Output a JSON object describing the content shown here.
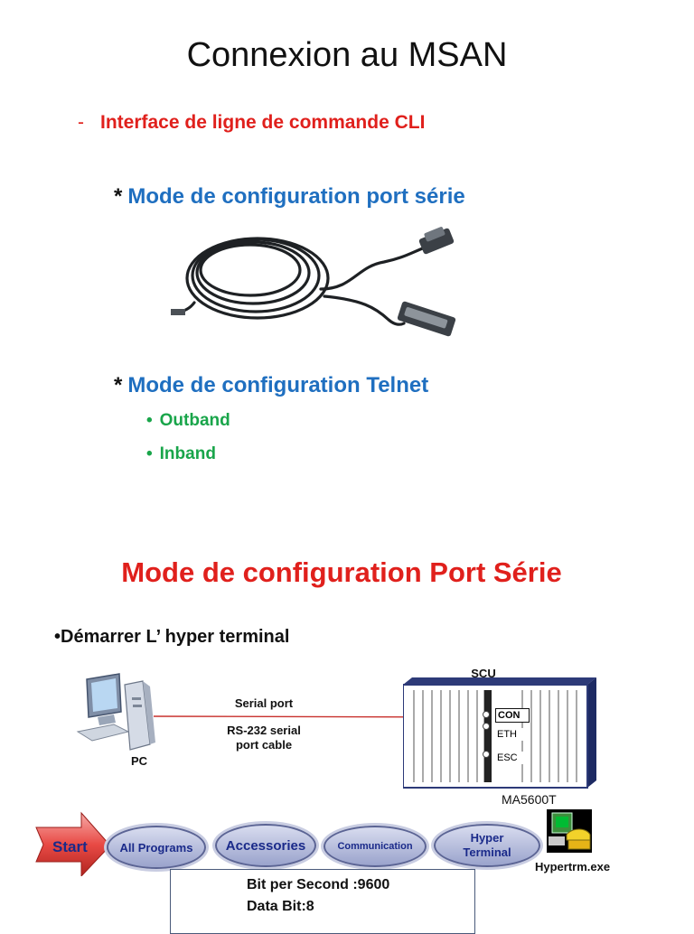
{
  "title": "Connexion au MSAN",
  "cli": {
    "dash": "-",
    "text": "Interface de ligne de commande   CLI"
  },
  "mode1": {
    "star": "*",
    "label": "Mode de configuration port série"
  },
  "mode2": {
    "star": "*",
    "label": "Mode de configuration Telnet"
  },
  "bullets": [
    "Outband",
    "Inband"
  ],
  "section2": "Mode de configuration Port Série",
  "demarrer": "•Démarrer L’ hyper terminal",
  "diagram": {
    "scu": "SCU",
    "serial_port": "Serial port",
    "cable1": "RS-232 serial",
    "cable2": "port cable",
    "pc": "PC",
    "ports": [
      "CON",
      "ETH",
      "ESC"
    ],
    "device": "MA5600T"
  },
  "steps": {
    "start": "Start",
    "all_programs": "All Programs",
    "accessories": "Accessories",
    "communication": "Communication",
    "hyper1": "Hyper",
    "hyper2": "Terminal",
    "exe": "Hypertrm.exe"
  },
  "settings": [
    "Bit per Second :9600",
    "Data Bit:8"
  ],
  "colors": {
    "red": "#e0201c",
    "blue": "#1f6fc0",
    "green": "#19a54a"
  }
}
